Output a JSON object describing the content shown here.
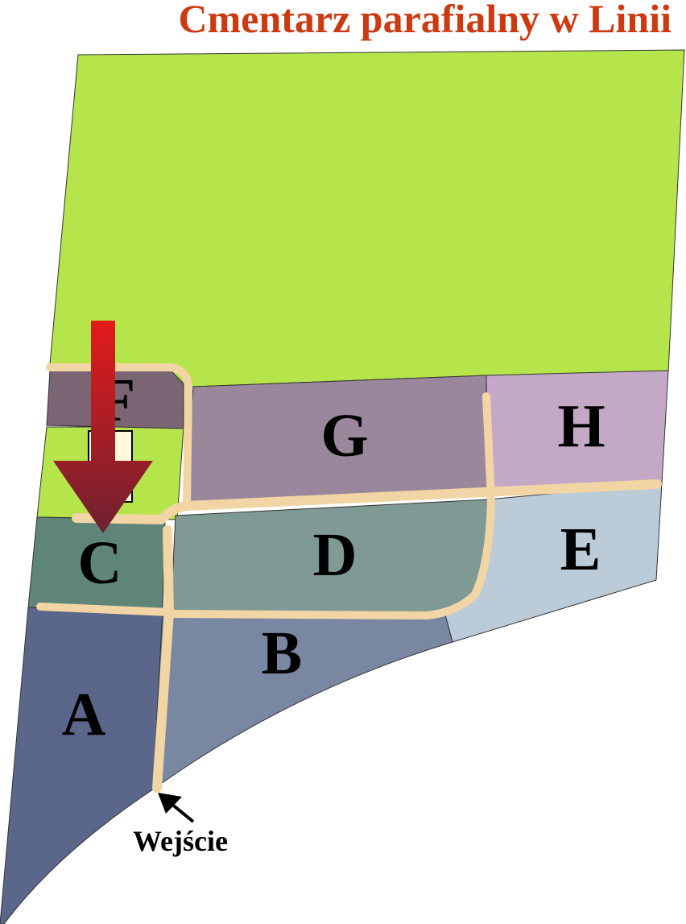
{
  "title": "Cmentarz parafialny w Linii",
  "entrance": {
    "label": "Wejście"
  },
  "sectors": [
    {
      "id": "A",
      "label": "A",
      "color": "#5b668b"
    },
    {
      "id": "B",
      "label": "B",
      "color": "#7a87a2"
    },
    {
      "id": "C",
      "label": "C",
      "color": "#5f8579"
    },
    {
      "id": "D",
      "label": "D",
      "color": "#7f9994"
    },
    {
      "id": "E",
      "label": "E",
      "color": "#bccbd8"
    },
    {
      "id": "F",
      "label": "F",
      "color": "#7b6473"
    },
    {
      "id": "G",
      "label": "G",
      "color": "#9b879c"
    },
    {
      "id": "H",
      "label": "H",
      "color": "#c4a9c6"
    }
  ],
  "colors": {
    "green_area": "#b5e54b",
    "road": "#f2d5a4",
    "chapel": "#fff8dc",
    "marker_arrow_top": "#e31b1b",
    "marker_arrow_bottom": "#6e2130"
  },
  "icons": {
    "location_marker": "red-down-arrow-icon",
    "entrance_pointer": "black-arrow-icon"
  }
}
